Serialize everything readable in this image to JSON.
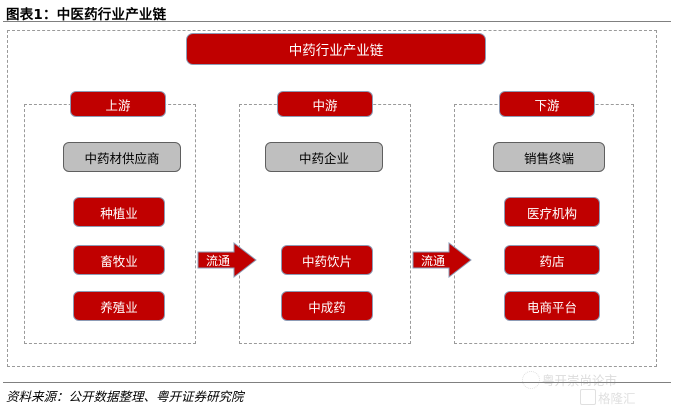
{
  "figure": {
    "title": "图表1：中医药行业产业链",
    "banner": "中药行业产业链"
  },
  "sections": [
    {
      "key": "upstream",
      "header": "上游",
      "gray": "中药材供应商",
      "items": [
        "种植业",
        "畜牧业",
        "养殖业"
      ]
    },
    {
      "key": "midstream",
      "header": "中游",
      "gray": "中药企业",
      "items": [
        "中药饮片",
        "中成药"
      ]
    },
    {
      "key": "downstream",
      "header": "下游",
      "gray": "销售终端",
      "items": [
        "医疗机构",
        "药店",
        "电商平台"
      ]
    }
  ],
  "arrows": [
    {
      "label": "流通"
    },
    {
      "label": "流通"
    }
  ],
  "footer": {
    "source": "资料来源：公开数据整理、粤开证券研究院"
  },
  "watermark": {
    "text": "粤开崇尚论市",
    "brand": "格隆汇"
  },
  "colors": {
    "red": "#C00000",
    "gray": "#BFBFBF",
    "dash": "#9a9a9a",
    "rule": "#808080"
  }
}
